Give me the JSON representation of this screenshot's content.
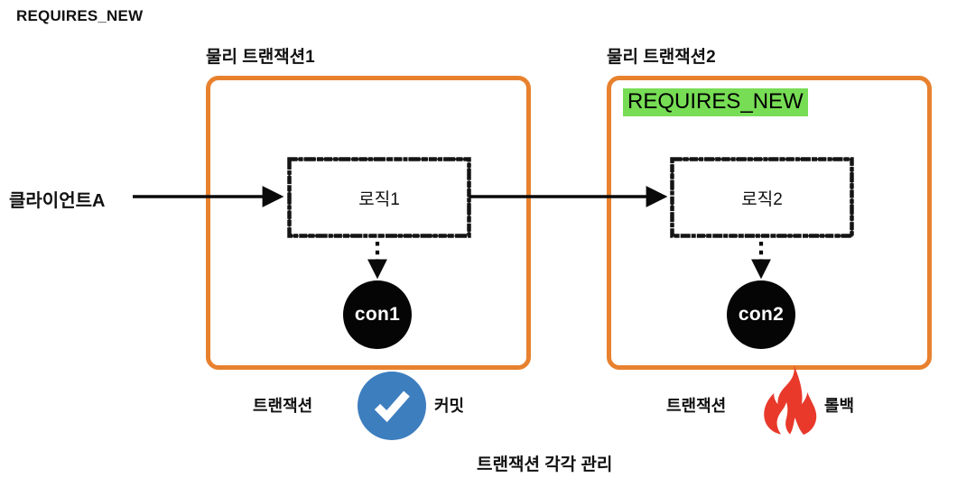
{
  "page": {
    "title": "REQUIRES_NEW",
    "bottom_caption": "트랜잭션 각각 관리",
    "background_color": "#ffffff"
  },
  "colors": {
    "boundary_orange": "#e8812e",
    "badge_green": "#77dd55",
    "commit_blue": "#3d7ebf",
    "rollback_red": "#e8392b",
    "connection_black": "#050505",
    "text_black": "#111111"
  },
  "client": {
    "label": "클라이언트A"
  },
  "transactions": [
    {
      "caption": "물리 트랜잭션1",
      "badge": null,
      "logic": {
        "label": "로직1"
      },
      "connection": {
        "label": "con1"
      },
      "footer": {
        "prefix": "트랜잭션",
        "icon": "check-circle-icon",
        "suffix": "커밋"
      }
    },
    {
      "caption": "물리 트랜잭션2",
      "badge": "REQUIRES_NEW",
      "logic": {
        "label": "로직2"
      },
      "connection": {
        "label": "con2"
      },
      "footer": {
        "prefix": "트랜잭션",
        "icon": "fire-icon",
        "suffix": "롤백"
      }
    }
  ]
}
